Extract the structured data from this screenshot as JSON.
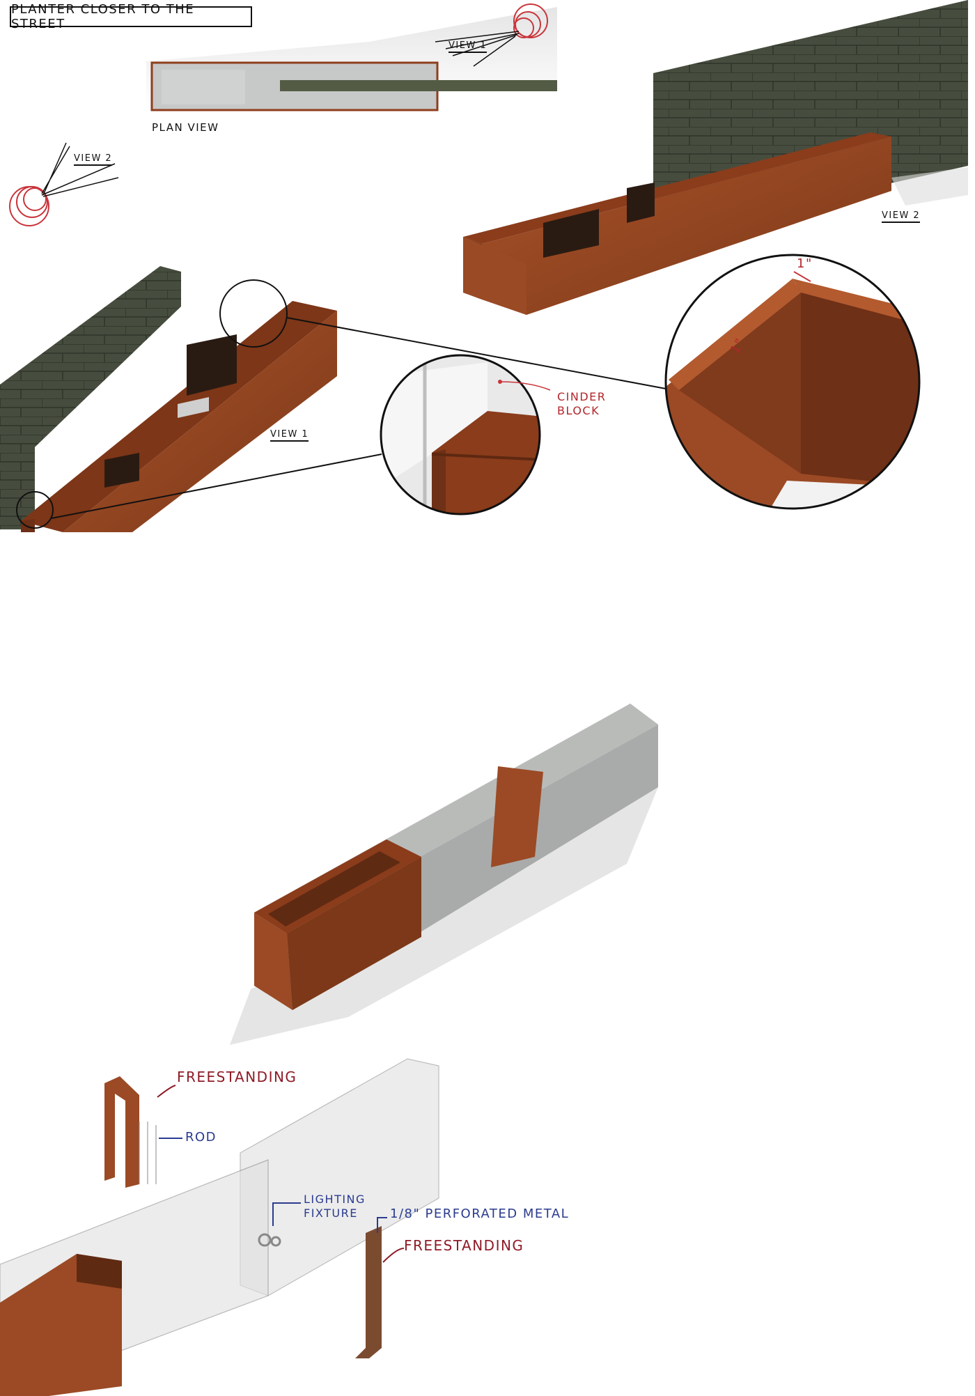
{
  "sheet": {
    "title": "PLANTER CLOSER TO THE STREET",
    "plan_label": "PLAN VIEW",
    "view1_label": "VIEW 1",
    "view2_label": "VIEW 2",
    "view1_scene_label": "VIEW 1",
    "view2_scene_label": "VIEW 2"
  },
  "callouts": {
    "cinder_block": "CINDER BLOCK",
    "dim_top": "1\"",
    "dim_side": "1\""
  },
  "exploded": {
    "freestanding_1": "FREESTANDING",
    "rod": "ROD",
    "lighting_fixture": "LIGHTING FIXTURE",
    "perforated_metal": "1/8\" PERFORATED METAL",
    "freestanding_2": "FREESTANDING"
  },
  "colors": {
    "corten": "#9b4a25",
    "corten_dark": "#6e3016",
    "block": "#4a5041",
    "concrete": "#b9bbb9",
    "sketch_red": "#c9353b",
    "label_navy": "#2a3b8f",
    "label_maroon": "#8e1b26"
  }
}
